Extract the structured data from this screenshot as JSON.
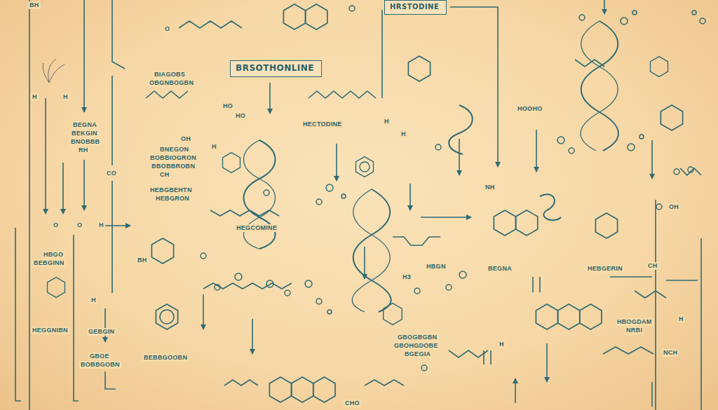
{
  "diagram": {
    "nodes": [
      {
        "text": [
          "BRSOTHONLINE"
        ]
      },
      {
        "text": [
          "HRSTODINE"
        ]
      }
    ],
    "labels": [
      "BH",
      "O",
      "H",
      "H",
      "BEGNA",
      "BEKGIN",
      "BNOBBB",
      "RH",
      "BIAGOBS",
      "OBGNBOGBN",
      "OH",
      "BNEGON",
      "BOBBIOGRON",
      "BBOBBROBN",
      "CH",
      "HEBGBEHTN",
      "HEBGRON",
      "CO",
      "O",
      "O",
      "H",
      "HBGO",
      "BEBGINN",
      "HEGGNIBN",
      "BH",
      "H",
      "GEBGIN",
      "GBOE",
      "BOBBGOBN",
      "BEBBGOOBN",
      "HO",
      "HO",
      "HECTODINE",
      "HEGCOMINE",
      "H",
      "H",
      "HOOHO",
      "NH",
      "BEGNA",
      "HEBGERIN",
      "CH",
      "OH",
      "HBGN",
      "H3",
      "GBOGBGBN",
      "GBOHGDOBE",
      "BGEGIA",
      "HBOGDAM",
      "NRBI",
      "H",
      "NCH",
      "CHO",
      "H",
      "H"
    ]
  }
}
